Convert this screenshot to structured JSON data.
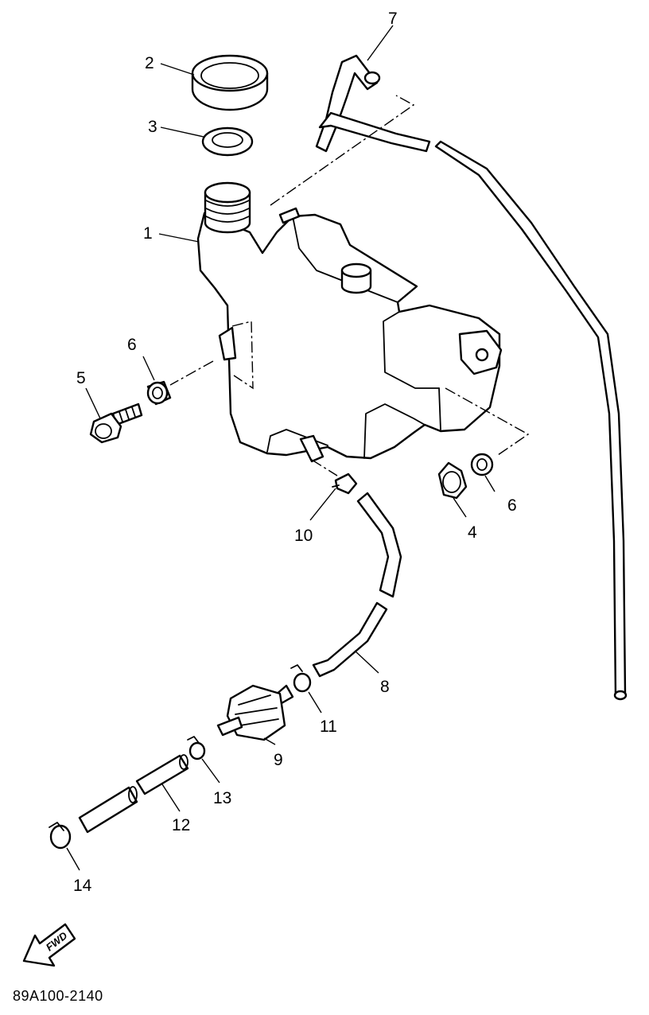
{
  "diagram": {
    "part_numbers": {
      "p1": "1",
      "p2": "2",
      "p3": "3",
      "p4": "4",
      "p5": "5",
      "p6a": "6",
      "p6b": "6",
      "p7": "7",
      "p8": "8",
      "p9": "9",
      "p10": "10",
      "p11": "11",
      "p12": "12",
      "p13": "13",
      "p14": "14"
    },
    "direction_badge": "FWD",
    "drawing_code": "89A100-2140"
  }
}
